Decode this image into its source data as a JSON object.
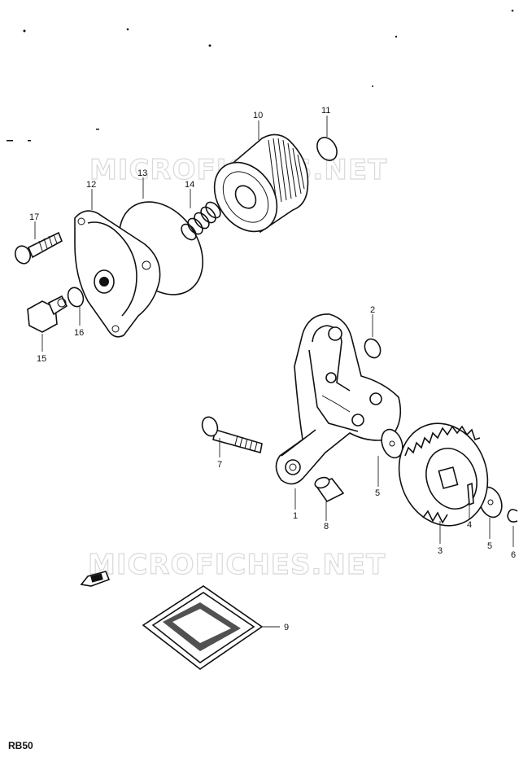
{
  "watermarks": [
    "MICROFICHES.NET",
    "MICROFICHES.NET"
  ],
  "page_code": "RB50",
  "parts": [
    {
      "key": "p1",
      "label": "1"
    },
    {
      "key": "p2",
      "label": "2"
    },
    {
      "key": "p3",
      "label": "3"
    },
    {
      "key": "p4",
      "label": "4"
    },
    {
      "key": "p5a",
      "label": "5"
    },
    {
      "key": "p5b",
      "label": "5"
    },
    {
      "key": "p6",
      "label": "6"
    },
    {
      "key": "p7",
      "label": "7"
    },
    {
      "key": "p8",
      "label": "8"
    },
    {
      "key": "p9",
      "label": "9"
    },
    {
      "key": "p10",
      "label": "10"
    },
    {
      "key": "p11",
      "label": "11"
    },
    {
      "key": "p12",
      "label": "12"
    },
    {
      "key": "p13",
      "label": "13"
    },
    {
      "key": "p14",
      "label": "14"
    },
    {
      "key": "p15",
      "label": "15"
    },
    {
      "key": "p16",
      "label": "16"
    },
    {
      "key": "p17",
      "label": "17"
    }
  ]
}
